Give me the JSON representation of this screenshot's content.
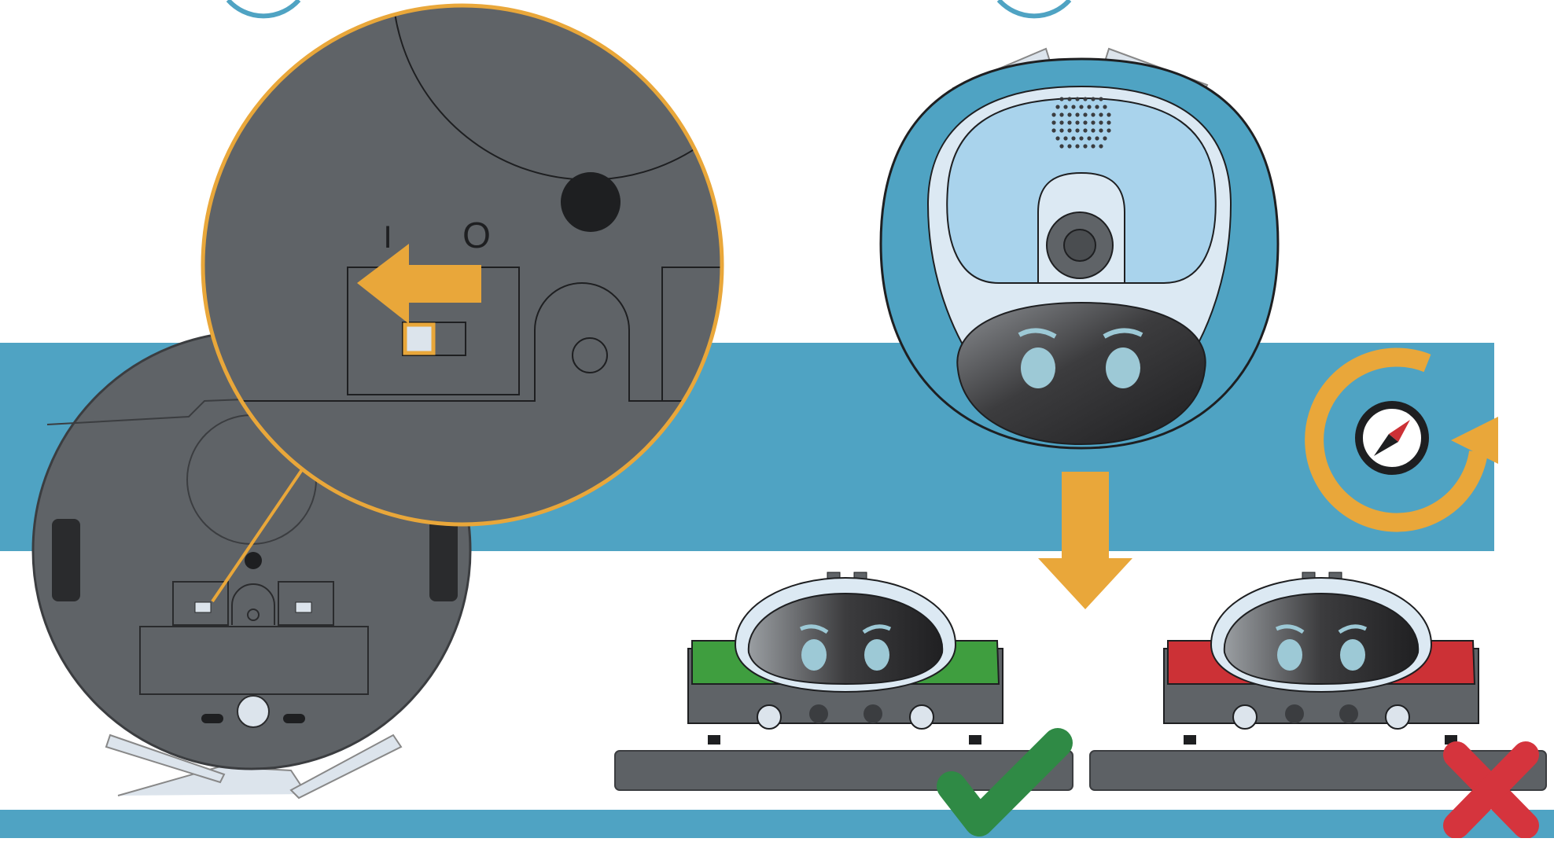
{
  "colors": {
    "background": "#ffffff",
    "band_blue": "#4fa3c3",
    "robot_gray": "#5f6367",
    "robot_dark": "#3b3d40",
    "accent_orange": "#e9a73a",
    "robot_light_blue": "#a9d3ec",
    "robot_white_blue": "#dce9f3",
    "visor_dark": "#3c3c3e",
    "status_green": "#3f9e3f",
    "status_red": "#cc3136",
    "check_green": "#2f8a45",
    "cross_red": "#d5343d",
    "floor_gray": "#5d6165"
  },
  "icons": {
    "direction_arrow": "arrow-left-icon",
    "down_arrow": "arrow-down-icon",
    "rotate": "rotate-arrow-icon",
    "compass": "compass-icon",
    "ok": "checkmark-icon",
    "not_ok": "cross-icon"
  },
  "switch_labels": {
    "on": "I",
    "off": "O"
  },
  "states": [
    {
      "status_color": "green",
      "result": "correct"
    },
    {
      "status_color": "red",
      "result": "incorrect"
    }
  ]
}
